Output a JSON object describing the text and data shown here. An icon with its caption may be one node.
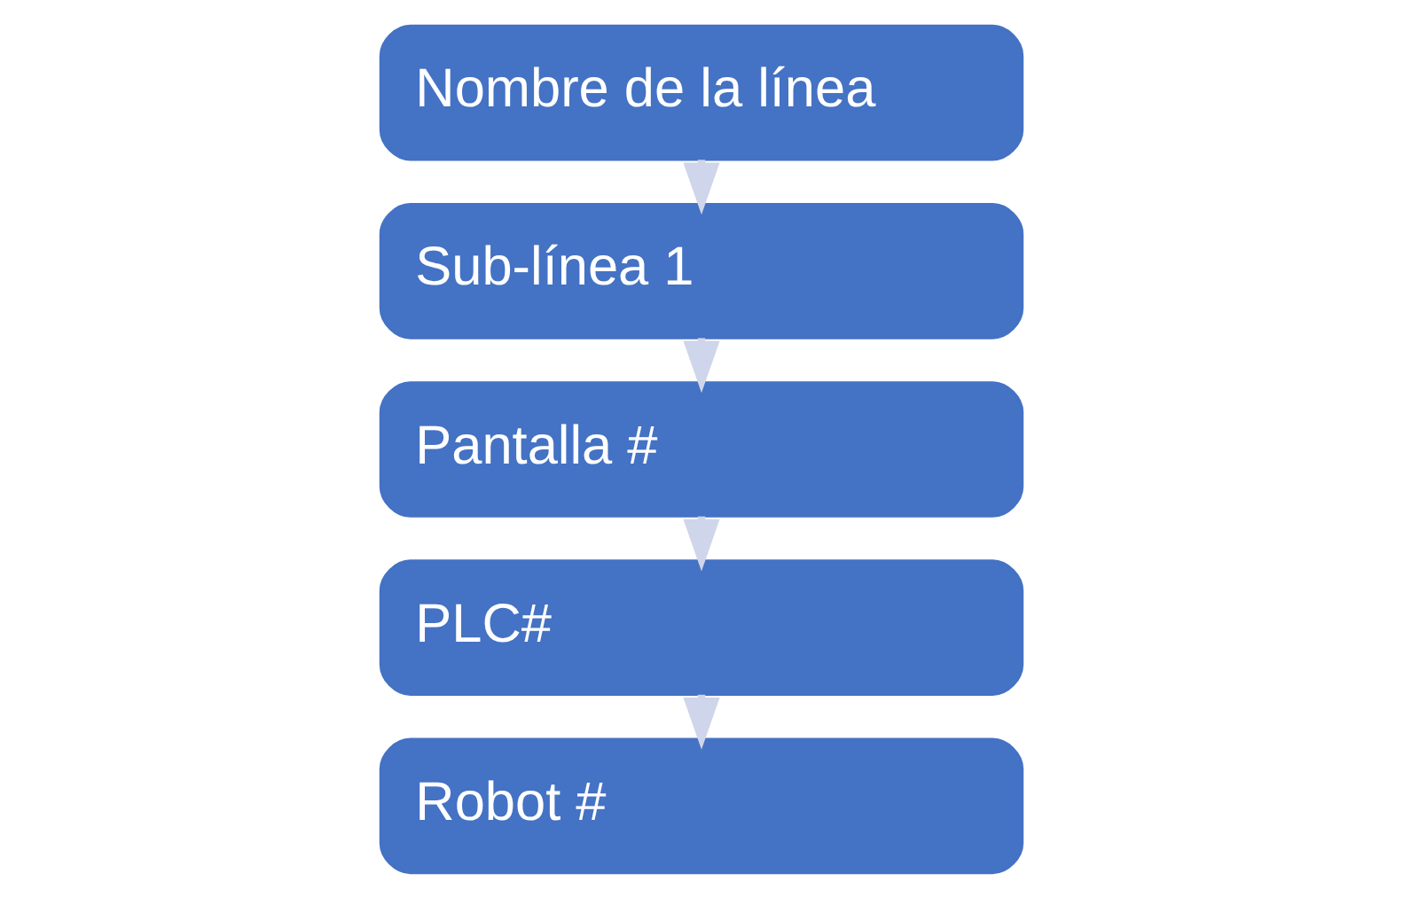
{
  "diagram": {
    "nodes": [
      {
        "text": [
          "Nombre de la línea"
        ]
      },
      {
        "text": [
          "Sub-línea 1"
        ]
      },
      {
        "text": [
          "Pantalla #"
        ]
      },
      {
        "text": [
          "PLC#"
        ]
      },
      {
        "text": [
          "Robot #"
        ]
      }
    ],
    "edges": [
      {
        "from": 0,
        "to": 1,
        "arrow": "to"
      },
      {
        "from": 1,
        "to": 2,
        "arrow": "to"
      },
      {
        "from": 2,
        "to": 3,
        "arrow": "to"
      },
      {
        "from": 3,
        "to": 4,
        "arrow": "to"
      }
    ]
  }
}
